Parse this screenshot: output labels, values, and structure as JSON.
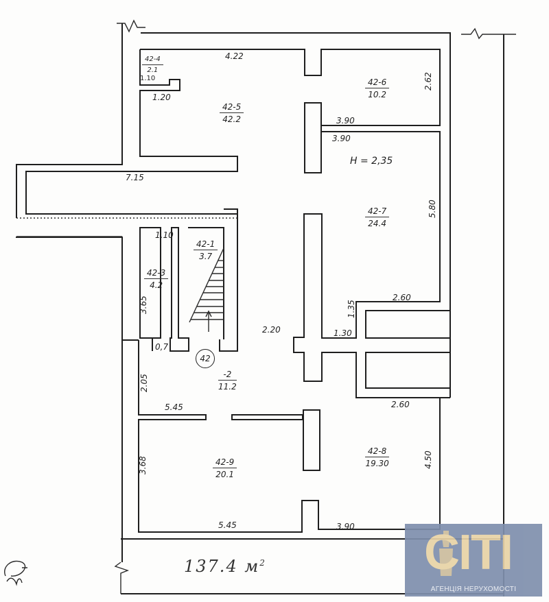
{
  "plan": {
    "type": "floor-plan",
    "building_number": "42",
    "ceiling_height": "H = 2,35",
    "total_area": "137.4",
    "total_area_unit": "м",
    "total_area_unit_sup": "2"
  },
  "rooms": [
    {
      "id": "42-1",
      "area": "3.7"
    },
    {
      "id": "-2",
      "area": "11.2"
    },
    {
      "id": "42-3",
      "area": "4.2"
    },
    {
      "id": "42-4",
      "area": "2.1"
    },
    {
      "id": "42-5",
      "area": "42.2"
    },
    {
      "id": "42-6",
      "area": "10.2"
    },
    {
      "id": "42-7",
      "area": "24.4"
    },
    {
      "id": "42-8",
      "area": "19.30"
    },
    {
      "id": "42-9",
      "area": "20.1"
    }
  ],
  "dimensions": {
    "d_4_22": "4.22",
    "d_1_10_top": "1.10",
    "d_1_20": "1.20",
    "d_3_90_a": "3.90",
    "d_3_90_b": "3.90",
    "d_2_62": "2.62",
    "d_7_15": "7.15",
    "d_1_10_mid": "1.10",
    "d_3_65": "3.65",
    "d_0_7": "0,7",
    "d_5_80": "5.80",
    "d_2_60_a": "2.60",
    "d_1_35": "1.35",
    "d_1_30": "1.30",
    "d_2_20": "2.20",
    "d_2_05": "2.05",
    "d_5_45_a": "5.45",
    "d_2_60_b": "2.60",
    "d_4_50": "4.50",
    "d_3_68": "3.68",
    "d_5_45_b": "5.45",
    "d_3_90_c": "3.90"
  },
  "watermark": {
    "brand": "CITI",
    "tagline": "АГЕНЦІЯ НЕРУХОМОСТІ",
    "bg_color": "#7f8fad",
    "text_color": "#e8d3a6"
  },
  "signature": "signature-scribble"
}
